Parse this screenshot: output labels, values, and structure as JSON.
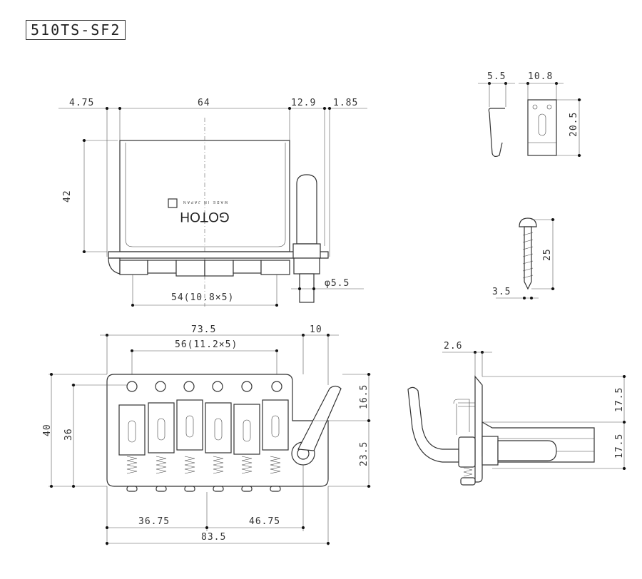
{
  "title": "510TS-SF2",
  "top_view": {
    "dims": {
      "left_offset": "4.75",
      "width": "64",
      "stud_offset": "12.9",
      "stud_edge": "1.85",
      "height": "42",
      "saddle_span": "54(10.8×5)",
      "stud_diameter": "φ5.5"
    },
    "logo": {
      "brand": "GOTOH",
      "tagline": "MADE IN JAPAN"
    }
  },
  "clip_view": {
    "dims": {
      "hook_width": "5.5",
      "clip_width": "10.8",
      "clip_height": "20.5"
    }
  },
  "screw_view": {
    "dims": {
      "length": "25",
      "diameter": "3.5"
    }
  },
  "front_view": {
    "dims": {
      "plate_width": "73.5",
      "arm_offset": "10",
      "string_spacing": "56(11.2×5)",
      "total_height": "40",
      "inner_height": "36",
      "upper_right": "16.5",
      "lower_right": "23.5",
      "left_part": "36.75",
      "right_part": "46.75",
      "total_width": "83.5"
    }
  },
  "side_view": {
    "dims": {
      "plate_thickness": "2.6",
      "upper_height": "17.5",
      "lower_height": "17.5"
    }
  }
}
